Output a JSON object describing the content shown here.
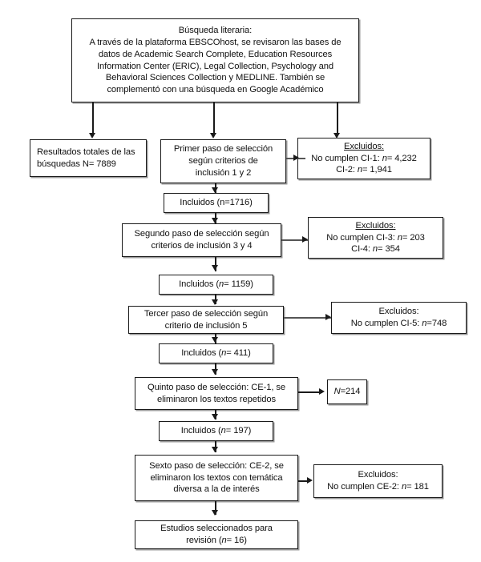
{
  "figure": {
    "type": "flowchart",
    "language": "es",
    "title_box": {
      "heading": "Búsqueda literaria:",
      "lines": [
        "A través de la plataforma EBSCOhost, se revisaron las bases de",
        "datos de Academic Search Complete, Education Resources",
        "Information Center (ERIC), Legal Collection, Psychology and",
        "Behavioral Sciences Collection y MEDLINE.  También se",
        "complementó con una búsqueda en Google Académico"
      ]
    },
    "results_box": {
      "line1": "Resultados totales de las",
      "line2": "búsquedas N= 7889"
    },
    "step1": {
      "line1": "Primer paso de selección",
      "line2": "según criterios de",
      "line3": "inclusión 1 y 2"
    },
    "excluded1": {
      "heading": "Excluidos:",
      "underlined": true,
      "line1_prefix": "No cumplen CI-1: ",
      "line1_n": "n",
      "line1_value": "=  4,232",
      "line2_prefix": "CI-2: ",
      "line2_n": "n",
      "line2_value": "= 1,941"
    },
    "included1": {
      "text": "Incluidos (n=1716)"
    },
    "step2": {
      "line1": "Segundo paso de selección según",
      "line2": "criterios de inclusión 3 y 4"
    },
    "excluded2": {
      "heading": "Excluidos:",
      "underlined": true,
      "line1_prefix": "No cumplen CI-3: ",
      "line1_n": "n",
      "line1_value": "=  203",
      "line2_prefix": "CI-4: ",
      "line2_n": "n",
      "line2_value": "= 354"
    },
    "included2": {
      "prefix": "Incluidos (",
      "n": "n",
      "suffix": "= 1159)"
    },
    "step3": {
      "line1": "Tercer paso de selección según",
      "line2": "criterio de inclusión 5"
    },
    "excluded3": {
      "heading": "Excluidos:",
      "underlined": false,
      "line1_prefix": "No cumplen CI-5: ",
      "line1_n": "n",
      "line1_value": "=748"
    },
    "included3": {
      "prefix": "Incluidos (",
      "n": "n",
      "suffix": "= 411)"
    },
    "step5": {
      "line1": "Quinto paso de selección: CE-1, se",
      "line2": "eliminaron los textos  repetidos"
    },
    "removed_duplicates": {
      "n": "N",
      "value": "=214"
    },
    "included4": {
      "prefix": "Incluidos (",
      "n": "n",
      "suffix": "= 197)"
    },
    "step6": {
      "line1": "Sexto paso de selección: CE-2, se",
      "line2": "eliminaron los  textos  con  temática",
      "line3": "diversa a la de interés"
    },
    "excluded4": {
      "heading": "Excluidos:",
      "underlined": false,
      "line1_prefix": "No cumplen CE-2: ",
      "line1_n": "n",
      "line1_value": "= 181"
    },
    "final": {
      "line1": "Estudios seleccionados para",
      "prefix": "revisión (",
      "n": "n",
      "suffix": "= 16)"
    }
  },
  "chart_data": {
    "type": "table",
    "title": "Búsqueda literaria — diagrama de flujo de selección de estudios",
    "categories": [
      "Resultados totales de las búsquedas",
      "Excluidos CI-1",
      "Excluidos CI-2",
      "Incluidos tras paso 1",
      "Excluidos CI-3",
      "Excluidos CI-4",
      "Incluidos tras paso 2",
      "Excluidos CI-5",
      "Incluidos tras paso 3",
      "Eliminados CE-1 (textos repetidos)",
      "Incluidos tras paso 5",
      "Excluidos CE-2",
      "Estudios seleccionados para revisión"
    ],
    "values": [
      7889,
      4232,
      1941,
      1716,
      203,
      354,
      1159,
      748,
      411,
      214,
      197,
      181,
      16
    ]
  }
}
